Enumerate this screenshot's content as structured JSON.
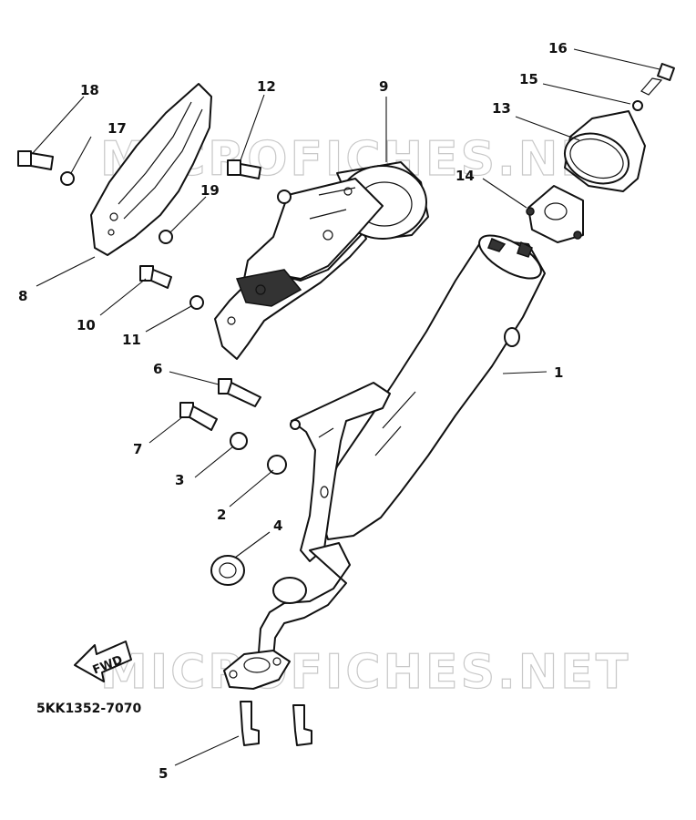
{
  "diagram": {
    "part_code": "5KK1352-7070",
    "fwd_label": "FWD",
    "watermark_text": "MICROFICHES.NET",
    "callouts": [
      {
        "id": "c1",
        "label": "1"
      },
      {
        "id": "c2",
        "label": "2"
      },
      {
        "id": "c3",
        "label": "3"
      },
      {
        "id": "c4",
        "label": "4"
      },
      {
        "id": "c5",
        "label": "5"
      },
      {
        "id": "c6",
        "label": "6"
      },
      {
        "id": "c7",
        "label": "7"
      },
      {
        "id": "c8",
        "label": "8"
      },
      {
        "id": "c9",
        "label": "9"
      },
      {
        "id": "c10",
        "label": "10"
      },
      {
        "id": "c11",
        "label": "11"
      },
      {
        "id": "c12",
        "label": "12"
      },
      {
        "id": "c13",
        "label": "13"
      },
      {
        "id": "c14",
        "label": "14"
      },
      {
        "id": "c15",
        "label": "15"
      },
      {
        "id": "c16",
        "label": "16"
      },
      {
        "id": "c17",
        "label": "17"
      },
      {
        "id": "c18",
        "label": "18"
      },
      {
        "id": "c19",
        "label": "19"
      }
    ]
  }
}
